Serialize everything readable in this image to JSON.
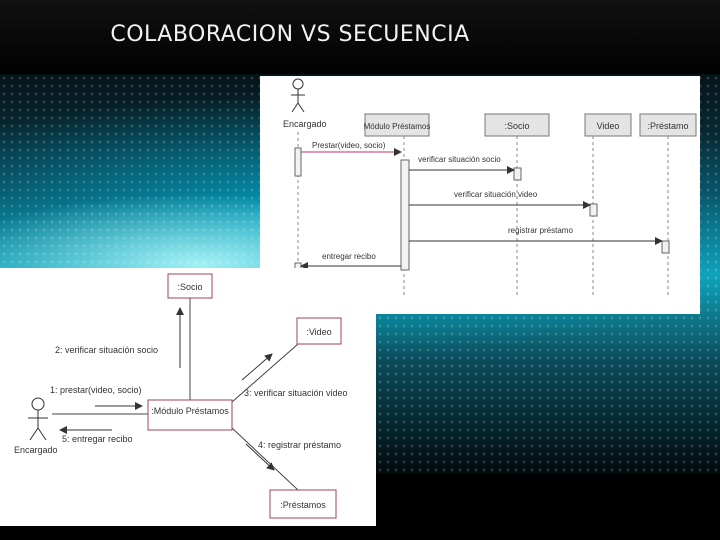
{
  "slide": {
    "title": "COLABORACION  VS SECUENCIA"
  },
  "sequence": {
    "actor": "Encargado",
    "objects": [
      "Módulo Préstamos",
      ":Socio",
      "Video",
      ":Préstamo"
    ],
    "messages": [
      "Prestar(video, socio)",
      "verificar situación socio",
      "verificar situación video",
      "registrar préstamo",
      "entregar recibo"
    ]
  },
  "collaboration": {
    "actor": "Encargado",
    "objects": {
      "socio": ":Socio",
      "video": ":Video",
      "modulo": ":Módulo Préstamos",
      "prestamos": ":Préstamos"
    },
    "messages": {
      "m1": "1: prestar(video, socio)",
      "m2": "2: verificar situación socio",
      "m3": "3: verificar situación video",
      "m4": "4: registrar préstamo",
      "m5": "5: entregar recibo"
    }
  }
}
